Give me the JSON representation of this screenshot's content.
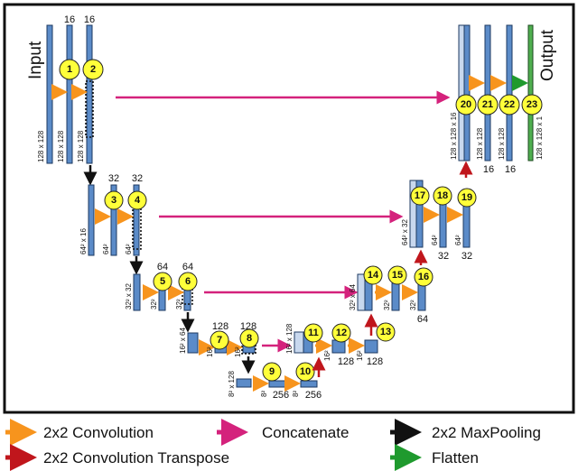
{
  "labels": {
    "input": "Input",
    "output": "Output"
  },
  "colors": {
    "convolution": "#f7941d",
    "concatenate": "#d4227c",
    "maxpool": "#111111",
    "transpose": "#c0161c",
    "flatten": "#1f9a2e",
    "block": "#5b8bc8",
    "node": "#ffff3a"
  },
  "nodes": [
    "1",
    "2",
    "3",
    "4",
    "5",
    "6",
    "7",
    "8",
    "9",
    "10",
    "11",
    "12",
    "13",
    "14",
    "15",
    "16",
    "17",
    "18",
    "19",
    "20",
    "21",
    "22",
    "23"
  ],
  "channels": {
    "c16a": "16",
    "c16b": "16",
    "c32a": "32",
    "c32b": "32",
    "c64a": "64",
    "c64b": "64",
    "c128a": "128",
    "c128b": "128",
    "c256a": "256",
    "c256b": "256",
    "c128c": "128",
    "c128d": "128",
    "c64c": "64",
    "c32c": "32",
    "c32d": "32",
    "c16c": "16",
    "c16d": "16"
  },
  "dims": {
    "d1": "128 x 128",
    "d2": "128 x 128",
    "d3": "128 x 128",
    "d4": "64² x 16",
    "d5": "64²",
    "d6": "64²",
    "d7": "32² x 32",
    "d8": "32²",
    "d9": "32²",
    "d10": "16² x 64",
    "d11": "16²",
    "d12": "16²",
    "d13": "8² x 128",
    "d14": "8²",
    "d15": "8²",
    "d16": "16² x 128",
    "d17": "16²",
    "d18": "16²",
    "d19": "32² x 64",
    "d20": "32²",
    "d21": "32²",
    "d22": "64² x 32",
    "d23": "64²",
    "d24": "64²",
    "d25": "128 x 128 x 16",
    "d26": "128 x 128",
    "d27": "128 x 128",
    "d28": "128 x 128 x 1"
  },
  "legend": {
    "convolution": "2x2 Convolution",
    "concatenate": "Concatenate",
    "maxpool": "2x2 MaxPooling",
    "transpose": "2x2 Convolution Transpose",
    "flatten": "Flatten"
  }
}
